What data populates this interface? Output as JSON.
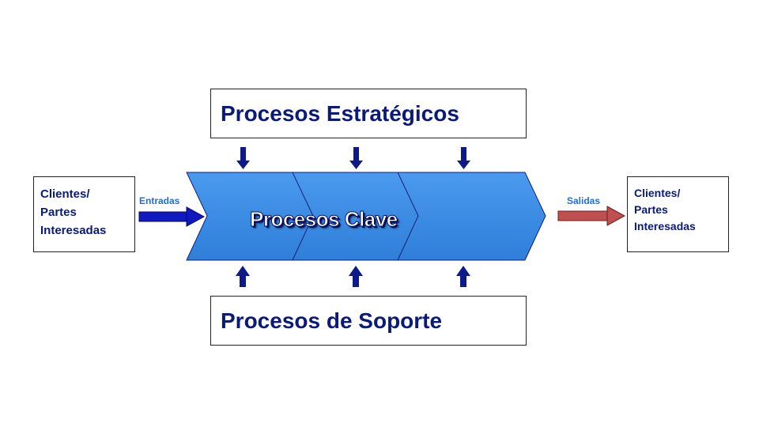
{
  "strategic": {
    "title": "Procesos Estratégicos"
  },
  "support": {
    "title": "Procesos de Soporte"
  },
  "key_processes": {
    "label": "Procesos Clave"
  },
  "inputs": {
    "label": "Entradas"
  },
  "outputs": {
    "label": "Salidas"
  },
  "client_left": {
    "text": "Clientes/\nPartes\nInteresadas"
  },
  "client_right": {
    "text": "Clientes/\nPartes\nInteresadas"
  },
  "colors": {
    "chevron": "#3f8fe6",
    "chevron_border": "#10207a",
    "title_text": "#0a1a7a",
    "down_arrows": "#0c1a8a",
    "input_arrow": "#1018c0",
    "output_arrow": "#c05050"
  }
}
